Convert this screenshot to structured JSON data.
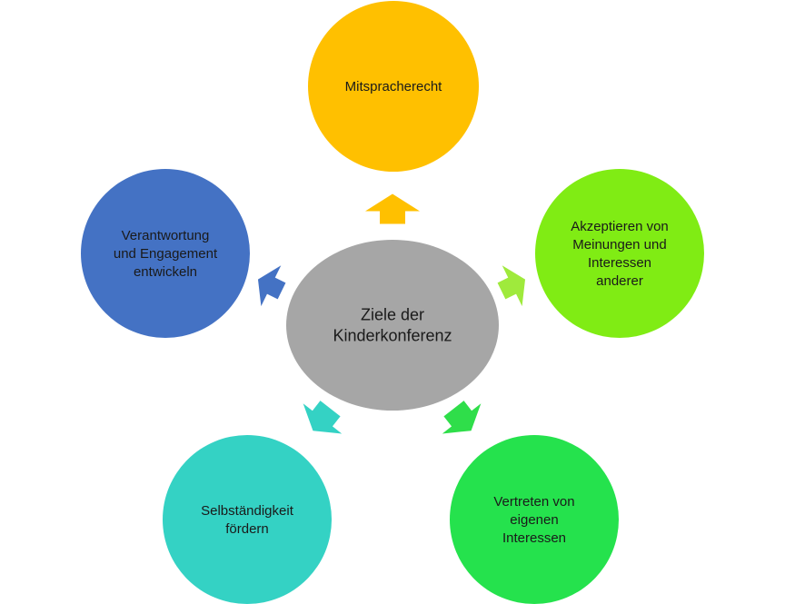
{
  "center": {
    "lines": [
      "Ziele der",
      "Kinderkonferenz"
    ],
    "color": "#A6A6A6"
  },
  "nodes": [
    {
      "id": "mitspracherecht",
      "lines": [
        "Mitspracherecht"
      ],
      "color": "#FFC000",
      "arrow_color": "#FFC000"
    },
    {
      "id": "akzeptieren",
      "lines": [
        "Akzeptieren von",
        "Meinungen und",
        "Interessen",
        "anderer"
      ],
      "color": "#80EC14",
      "arrow_color": "#9FEA3C"
    },
    {
      "id": "vertreten",
      "lines": [
        "Vertreten von",
        "eigenen",
        "Interessen"
      ],
      "color": "#25E24D",
      "arrow_color": "#2FDE4A"
    },
    {
      "id": "selbstaendigkeit",
      "lines": [
        "Selbständigkeit",
        "fördern"
      ],
      "color": "#34D2C4",
      "arrow_color": "#34D2C4"
    },
    {
      "id": "verantwortung",
      "lines": [
        "Verantwortung",
        "und Engagement",
        "entwickeln"
      ],
      "color": "#4472C4",
      "arrow_color": "#4472C4"
    }
  ]
}
